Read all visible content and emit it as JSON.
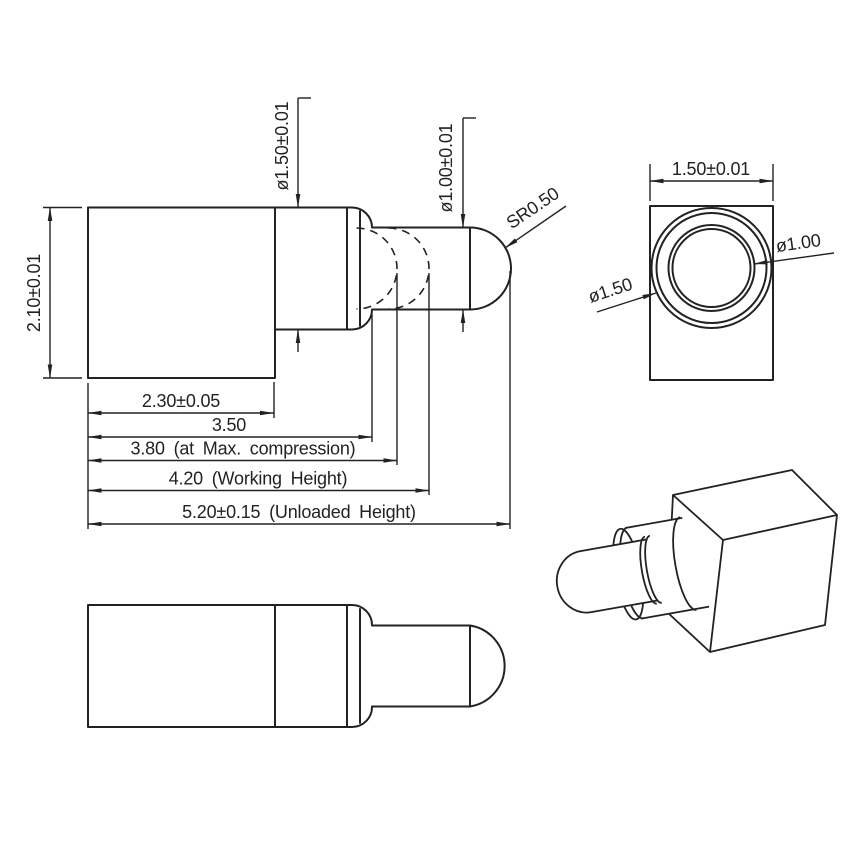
{
  "side_view": {
    "height_label": "2.10±0.01",
    "barrel_dia_label": "ø1.50±0.01",
    "plunger_dia_label": "ø1.00±0.01",
    "tip_radius_label": "SR0.50",
    "dims": [
      {
        "label": "2.30±0.05"
      },
      {
        "label": "3.50"
      },
      {
        "label": "3.80 (at Max. compression)"
      },
      {
        "label": "4.20 (Working Height)"
      },
      {
        "label": "5.20±0.15 (Unloaded Height)"
      }
    ]
  },
  "end_view": {
    "width_label": "1.50±0.01",
    "outer_dia_label": "ø1.50",
    "inner_dia_label": "ø1.00"
  },
  "colors": {
    "line": "#222222",
    "background": "#ffffff"
  }
}
